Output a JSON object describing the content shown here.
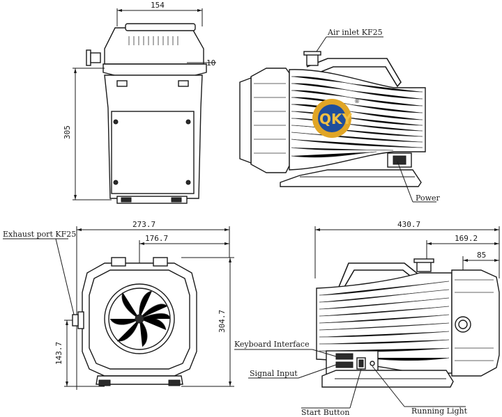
{
  "views": {
    "front": {
      "dim_width": "154",
      "dim_height": "305",
      "dim_offset": "10"
    },
    "side_right": {
      "air_inlet": "Air inlet KF25",
      "power": "Power",
      "logo_text": "QKY",
      "logo_registered": "®"
    },
    "rear": {
      "exhaust": "Exhaust port KF25",
      "dim_total_width": "273.7",
      "dim_half_width": "176.7",
      "dim_height": "304.7",
      "dim_port_height": "143.7"
    },
    "side_left": {
      "dim_length": "430.7",
      "dim_inlet": "169.2",
      "dim_offset": "85",
      "keyboard": "Keyboard Interface",
      "signal": "Signal Input",
      "start": "Start Button",
      "running": "Running Light"
    }
  },
  "colors": {
    "line": "#1a1a1a",
    "logo_blue": "#1f4e9c",
    "logo_gold": "#e0a526"
  }
}
